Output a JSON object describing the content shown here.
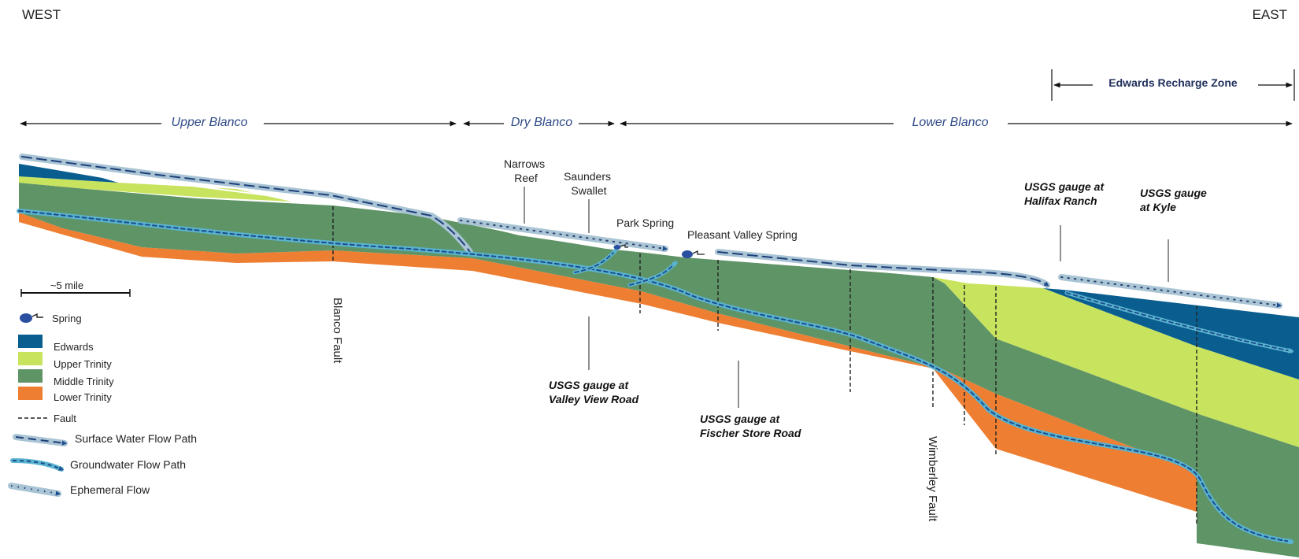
{
  "directions": {
    "west": "WEST",
    "east": "EAST"
  },
  "reaches": {
    "upper": "Upper Blanco",
    "dry": "Dry Blanco",
    "lower": "Lower Blanco",
    "recharge": "Edwards Recharge Zone"
  },
  "features": {
    "narrows_reef": [
      "Narrows",
      "Reef"
    ],
    "saunders_swallet": [
      "Saunders",
      "Swallet"
    ],
    "park_spring": "Park Spring",
    "pleasant_valley_spring": "Pleasant Valley Spring"
  },
  "gauges": {
    "valley_view": [
      "USGS gauge at",
      "Valley View Road"
    ],
    "fischer_store": [
      "USGS gauge at",
      "Fischer Store Road"
    ],
    "halifax": [
      "USGS gauge at",
      "Halifax Ranch"
    ],
    "kyle": [
      "USGS gauge",
      "at Kyle"
    ]
  },
  "faults": {
    "blanco": "Blanco Fault",
    "wimberley": "Wimberley Fault"
  },
  "scale": "~5 mile",
  "legend": {
    "spring": "Spring",
    "edwards": "Edwards",
    "upper_trinity": "Upper Trinity",
    "middle_trinity": "Middle Trinity",
    "lower_trinity": "Lower Trinity",
    "fault": "Fault",
    "surface_flow": "Surface Water Flow Path",
    "groundwater_flow": "Groundwater Flow Path",
    "ephemeral_flow": "Ephemeral Flow"
  },
  "colors": {
    "edwards": "#0a5e8f",
    "upper_trinity": "#c8e35e",
    "middle_trinity": "#5f9467",
    "lower_trinity": "#ee7e32",
    "flow_band": "#a9c4d4",
    "flow_dash": "#1f3f7a",
    "groundwater_dash": "#1a4d8c",
    "spring": "#2a4fa0"
  }
}
